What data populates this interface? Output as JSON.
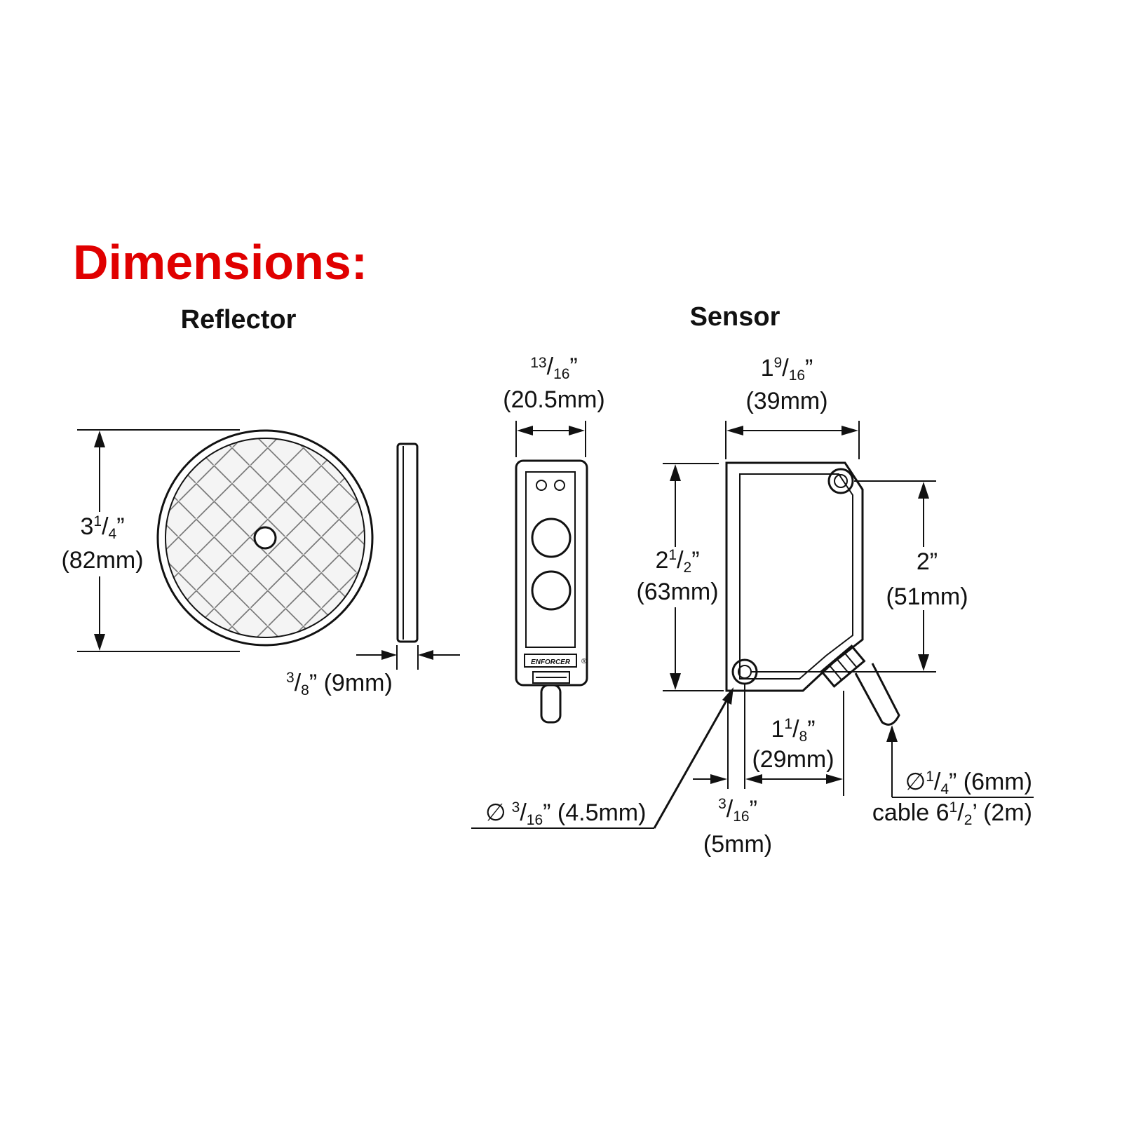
{
  "title": "Dimensions:",
  "colors": {
    "title": "#e00000",
    "line": "#111111",
    "background": "#ffffff"
  },
  "reflector": {
    "heading": "Reflector",
    "height": {
      "whole": "3",
      "num": "1",
      "den": "4",
      "mark": "”",
      "metric": "(82mm)"
    },
    "thickness": {
      "num": "3",
      "den": "8",
      "rest": "” (9mm)"
    }
  },
  "sensor": {
    "heading": "Sensor",
    "brand_label": "ENFORCER",
    "registered_mark": "®",
    "front_width": {
      "num": "13",
      "den": "16",
      "mark": "”",
      "metric": "(20.5mm)"
    },
    "side_width": {
      "whole": "1",
      "num": "9",
      "den": "16",
      "mark": "”",
      "metric": "(39mm)"
    },
    "height": {
      "whole": "2",
      "num": "1",
      "den": "2",
      "mark": "”",
      "metric": "(63mm)"
    },
    "hole_spacing": {
      "value": "2”",
      "metric": "(51mm)"
    },
    "base_offset": {
      "whole": "1",
      "num": "1",
      "den": "8",
      "mark": "”",
      "metric": "(29mm)"
    },
    "hole_diameter": {
      "symbol": "∅",
      "num": "3",
      "den": "16",
      "rest": "” (4.5mm)"
    },
    "hole_edge": {
      "num": "3",
      "den": "16",
      "mark": "”",
      "metric": "(5mm)"
    },
    "cable": {
      "symbol": "∅",
      "num": "1",
      "den": "4",
      "diameter_rest": "” (6mm)",
      "length_prefix": "cable 6",
      "length_num": "1",
      "length_den": "2",
      "length_rest": "’ (2m)"
    }
  }
}
